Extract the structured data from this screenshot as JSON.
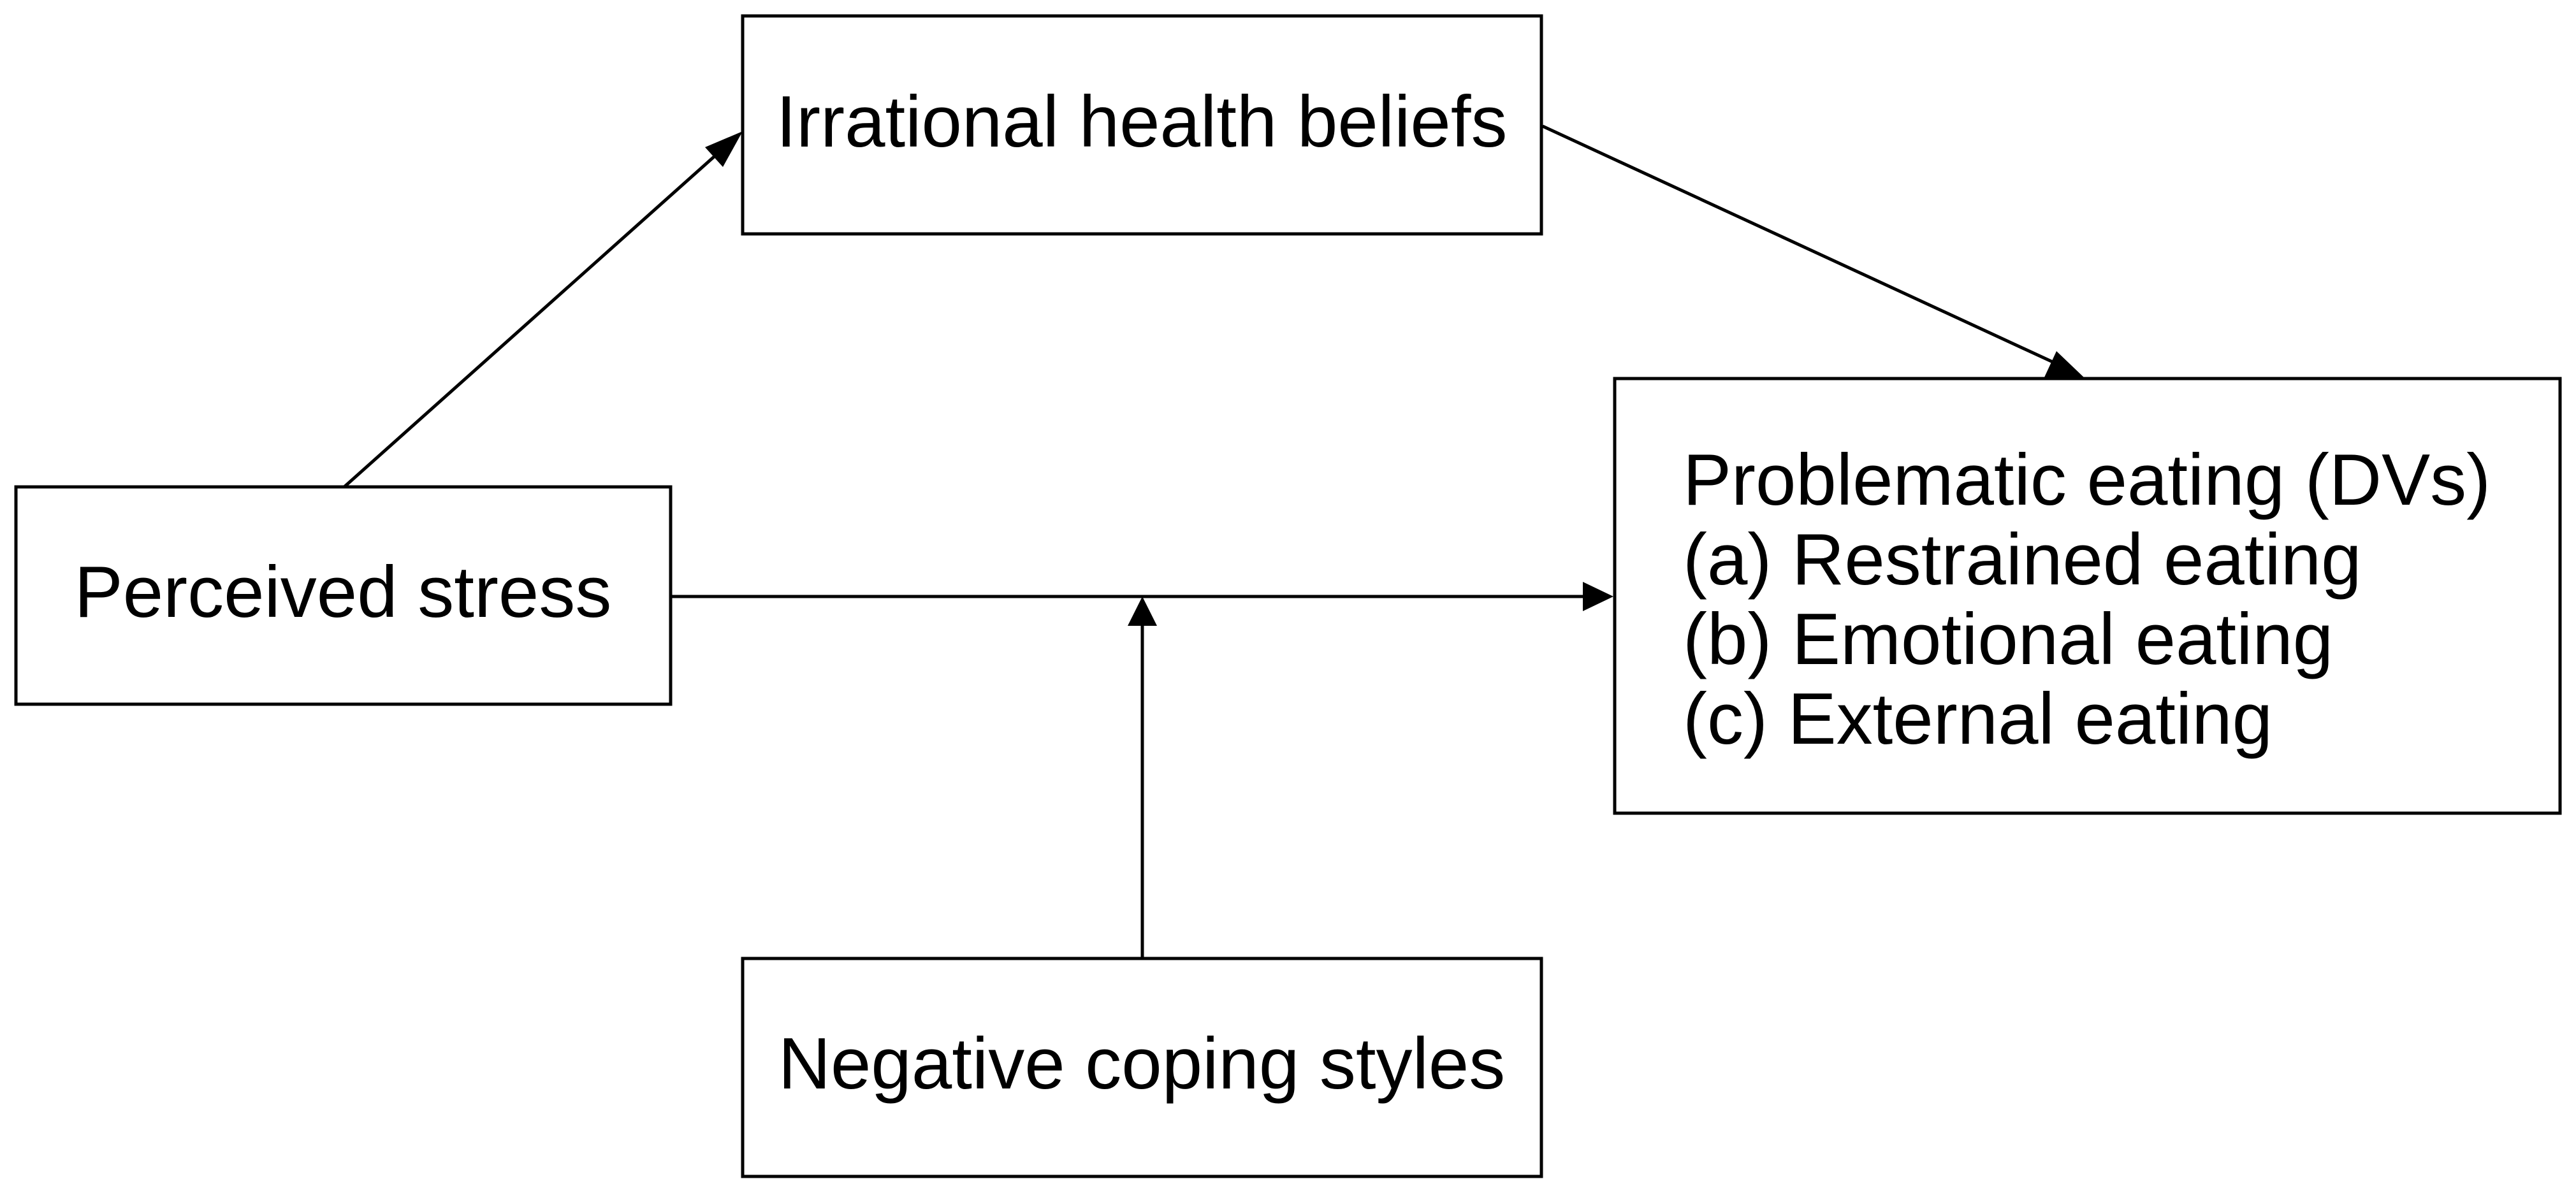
{
  "nodes": {
    "irrational_beliefs": {
      "label": "Irrational health beliefs"
    },
    "perceived_stress": {
      "label": "Perceived stress"
    },
    "negative_coping": {
      "label": "Negative coping styles"
    },
    "problematic_eating": {
      "title": "Problematic eating (DVs)",
      "items": [
        "(a) Restrained eating",
        "(b) Emotional eating",
        "(c) External eating"
      ]
    }
  },
  "edges": [
    {
      "from": "Perceived stress",
      "to": "Irrational health beliefs"
    },
    {
      "from": "Irrational health beliefs",
      "to": "Problematic eating (DVs)"
    },
    {
      "from": "Perceived stress",
      "to": "Problematic eating (DVs)"
    },
    {
      "from": "Negative coping styles",
      "to": "Perceived stress → Problematic eating (DVs)"
    }
  ],
  "colors": {
    "stroke": "#000000",
    "background": "#ffffff"
  }
}
